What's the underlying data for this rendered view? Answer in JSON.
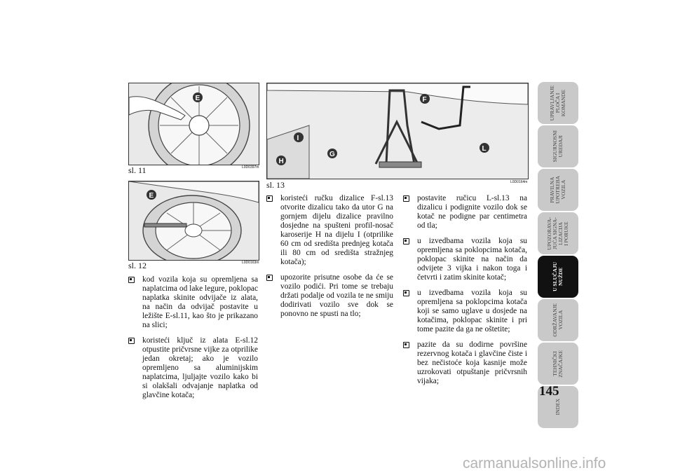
{
  "figures": [
    {
      "caption": "sl. 11",
      "code": "L0D0397m",
      "callouts": [
        "E"
      ]
    },
    {
      "caption": "sl. 12",
      "code": "L0D0163m",
      "callouts": [
        "E"
      ]
    },
    {
      "caption": "sl. 13",
      "code": "L0D0164m",
      "callouts": [
        "F",
        "I",
        "G",
        "H",
        "L"
      ]
    }
  ],
  "col1": [
    "kod vozila koja su opremljena sa naplatcima od lake legure, poklopac naplatka skinite odvijače iz alata, na način da odvijač postavite u ležište E-sl.11, kao što je prikazano na slici;",
    "koristeći ključ iz alata E-sl.12 otpustite pričvrsne vijke za otprilike jedan okretaj; ako je vozilo opremljeno sa aluminijskim naplatcima, ljuljajte vozilo kako bi si olakšali odvajanje naplatka od glavčine kotača;"
  ],
  "col2": [
    "koristeći ručku dizalice F-sl.13 otvorite dizalicu tako da utor G na gornjem dijelu dizalice pravilno dosjedne na spušteni profil-nosač karoserije H na dijelu I (otprilike 60 cm od središta prednjeg kotača ili 80 cm od središta stražnjeg kotača);",
    "upozorite prisutne osobe da će se vozilo podići. Pri tome se trebaju držati podalje od vozila te ne smiju dodirivati vozilo sve dok se ponovno ne spusti na tlo;"
  ],
  "col3": [
    "postavite ručicu L-sl.13 na dizalicu i podignite vozilo dok se kotač ne podigne par centimetra od tla;",
    "u izvedbama vozila koja su opremljena sa poklopcima kotača, poklopac skinite na način da odvijete 3 vijka i nakon toga i četvrti i zatim skinite kotač;",
    "u izvedbama vozila koja su opremljena sa poklopcima kotača koji se samo uglave u dosjede na kotačima, poklopac skinite i pri tome pazite da ga ne oštetite;",
    "pazite da su dodirne površine rezervnog kotača i glavčine čiste i bez nečistoće koja kasnije može uzrokovati otpuštanje pričvrsnih vijaka;"
  ],
  "tabs": [
    "UPRAVLJANJE\nPLOČA I\nKOMANDE",
    "SIGURNOSNI\nUREĐAJI",
    "PRAVILNA\nUPOTREBA\nVOZILA",
    "UPOZORAVA-\nJUĆA SIGNA-\nLIZACIJA\nI PORUKE",
    "U SLUČAJU\nNUŽDE",
    "ODRŽAVANJE\nVOZILA",
    "TEHNIČKI\nZNAČAJKE",
    "INDEX"
  ],
  "active_tab": 4,
  "page_number": "145",
  "watermark": "carmanualsonline.info"
}
